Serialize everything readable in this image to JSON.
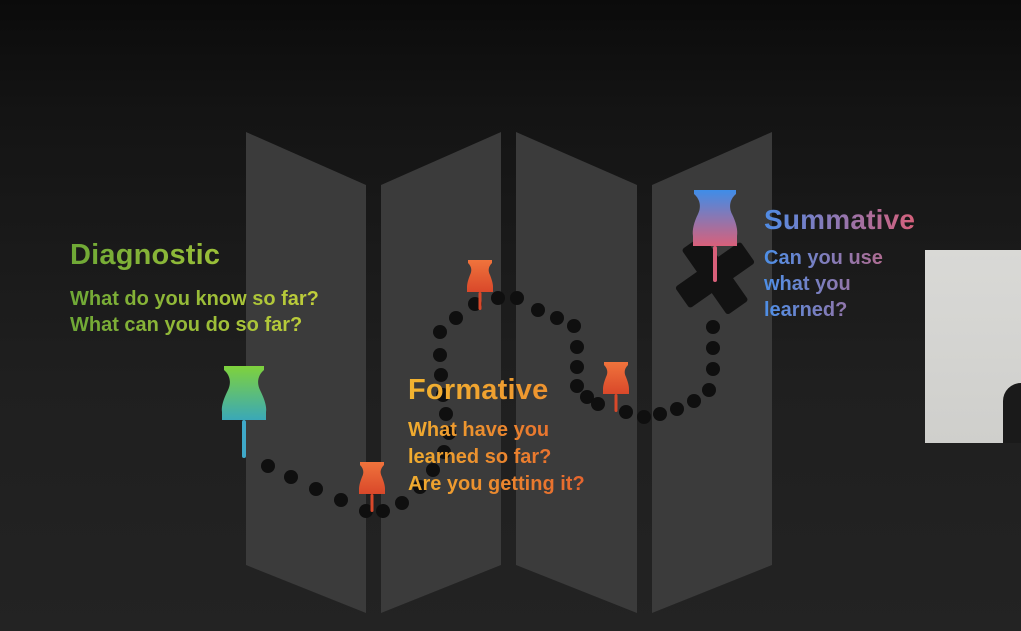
{
  "slide": {
    "background": "#1b1b1b",
    "map_panel_color": "#3b3b3b",
    "path_dot_color": "#0f0f0f",
    "marker_x_color": "#121212"
  },
  "labels": {
    "diagnostic": {
      "title": "Diagnostic",
      "lines": [
        "What do you know so far?",
        "What can you do so far?"
      ],
      "color_start": "#6ea836",
      "color_end": "#b8cf3a"
    },
    "formative": {
      "title": "Formative",
      "lines": [
        "What have you",
        "learned so far?",
        "Are you getting it?"
      ],
      "color_start": "#f2b430",
      "color_end": "#e7652e"
    },
    "summative": {
      "title": "Summative",
      "lines": [
        "Can you use",
        "what you",
        "learned?"
      ],
      "color_start": "#4e8ce6",
      "color_end": "#d5607a"
    }
  },
  "pins": [
    {
      "name": "diagnostic-pin",
      "color_top": "#7fd23c",
      "color_bottom": "#3aa8b8"
    },
    {
      "name": "formative-pin-1",
      "color_top": "#ee6a3a",
      "color_bottom": "#d84a2a"
    },
    {
      "name": "formative-pin-2",
      "color_top": "#ee6a3a",
      "color_bottom": "#d84a2a"
    },
    {
      "name": "formative-pin-3",
      "color_top": "#ee6a3a",
      "color_bottom": "#d84a2a"
    },
    {
      "name": "summative-pin",
      "color_top": "#3f8de8",
      "color_bottom": "#d9607a"
    }
  ],
  "icons": {
    "map": "folded-map-icon",
    "path": "dotted-path",
    "destination": "x-mark-icon",
    "pin": "pushpin-icon"
  },
  "webcam": {
    "background": "#d6d6d3"
  }
}
